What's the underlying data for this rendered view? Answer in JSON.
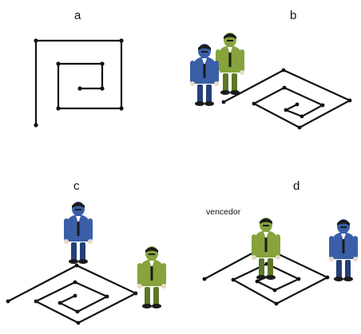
{
  "panels": [
    {
      "id": "a",
      "label": "a"
    },
    {
      "id": "b",
      "label": "b"
    },
    {
      "id": "c",
      "label": "c"
    },
    {
      "id": "d",
      "label": "d"
    }
  ],
  "annotations": {
    "winner": "vencedor"
  },
  "figures": {
    "blue": {
      "color": "#3a5fa8",
      "dark": "#24407a",
      "role": "person-blue"
    },
    "green": {
      "color": "#86a33c",
      "dark": "#5e7726",
      "role": "person-green"
    }
  }
}
